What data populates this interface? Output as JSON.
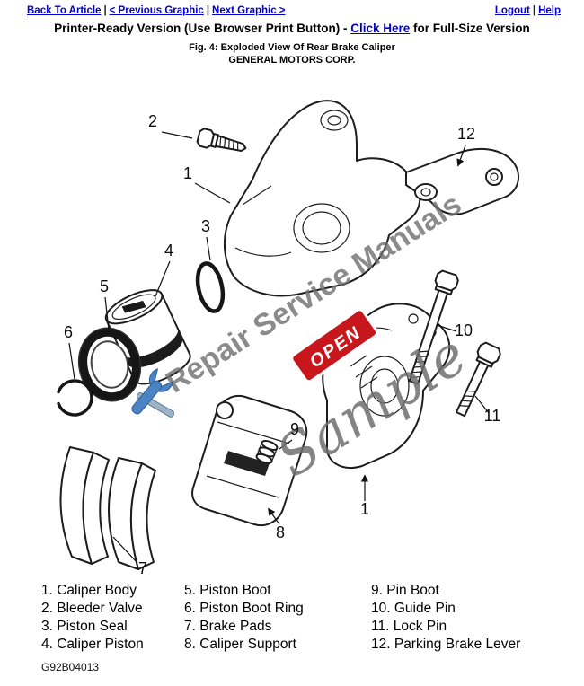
{
  "nav": {
    "separator": "|",
    "back_to_article": "Back To Article",
    "previous_graphic": "< Previous Graphic",
    "next_graphic": "Next Graphic >",
    "logout": "Logout",
    "help": "Help"
  },
  "header": {
    "title_prefix": "Printer-Ready Version (Use Browser Print Button) - ",
    "click_here_label": "Click Here",
    "title_suffix": " for Full-Size Version",
    "figure_caption": "Fig. 4: Exploded View Of Rear Brake Caliper",
    "company": "GENERAL MOTORS CORP."
  },
  "watermark": {
    "brand_text": "Repair Service Manuals",
    "sample_text": "Sample",
    "open_badge": "OPEN",
    "text_color": "#6f6f6f",
    "badge_color": "#c8171c"
  },
  "diagram": {
    "callouts": [
      "2",
      "1",
      "12",
      "3",
      "4",
      "5",
      "6",
      "7",
      "9",
      "8",
      "10",
      "11",
      "1"
    ]
  },
  "legend": {
    "columns": [
      [
        "1. Caliper Body",
        "2. Bleeder Valve",
        "3. Piston Seal",
        "4. Caliper Piston"
      ],
      [
        "5. Piston Boot",
        "6. Piston Boot Ring",
        "7. Brake Pads",
        "8. Caliper Support"
      ],
      [
        "9. Pin Boot",
        "10. Guide Pin",
        "11. Lock Pin",
        "12. Parking Brake Lever"
      ]
    ]
  },
  "footer": {
    "document_code": "G92B04013"
  }
}
